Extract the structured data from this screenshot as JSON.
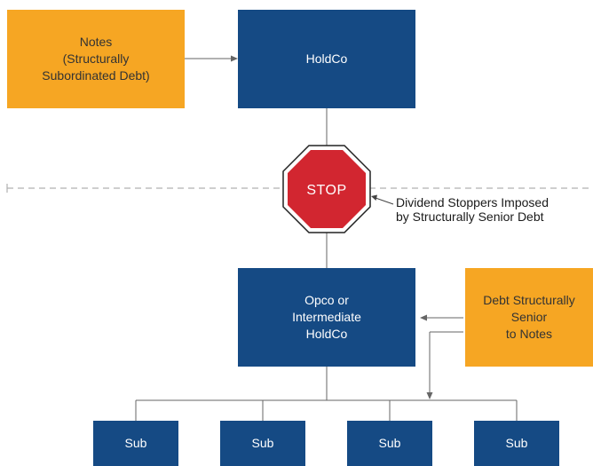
{
  "diagram": {
    "notes_box": "Notes\n(Structurally\nSubordinated Debt)",
    "holdco_box": "HoldCo",
    "stop_sign": "STOP",
    "stop_annotation": "Dividend Stoppers Imposed\nby Structurally Senior Debt",
    "opco_box": "Opco or\nIntermediate\nHoldCo",
    "senior_debt_box": "Debt Structurally\nSenior\nto Notes",
    "subs": [
      "Sub",
      "Sub",
      "Sub",
      "Sub"
    ]
  },
  "colors": {
    "navy": "#154a84",
    "orange": "#f6a623",
    "stop_red": "#d22630",
    "line_gray": "#888888"
  }
}
